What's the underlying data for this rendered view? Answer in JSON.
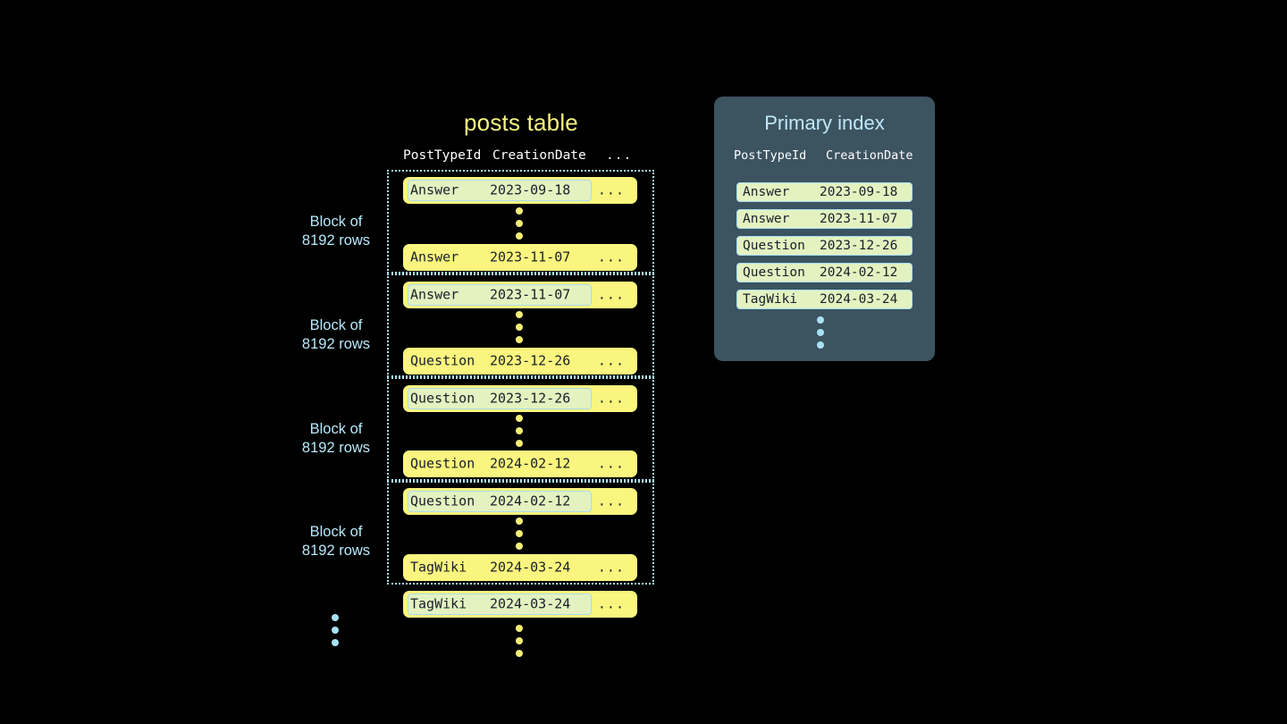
{
  "theme": {
    "background": "#000000",
    "row_fill": "#faf57e",
    "highlight_fill": "#e3f2c0",
    "highlight_border": "#a9dcf0",
    "block_border": "#a9e4f7",
    "panel_bg": "#3c5360",
    "title_yellow": "#f7f57e",
    "title_blue": "#bfe8f8",
    "label_blue": "#b6e9fb",
    "dot_yellow": "#f3ee79",
    "dot_blue": "#a8e2f5",
    "text_dark": "#17202a",
    "header_white": "#ffffff"
  },
  "posts_table": {
    "title": "posts table",
    "columns": [
      "PostTypeId",
      "CreationDate",
      "..."
    ],
    "row_ellipsis": "...",
    "blocks": [
      {
        "label_line1": "Block of",
        "label_line2": "8192 rows",
        "first_row": {
          "post_type_id": "Answer",
          "creation_date": "2023-09-18",
          "highlighted": true
        },
        "last_row": {
          "post_type_id": "Answer",
          "creation_date": "2023-11-07",
          "highlighted": false
        }
      },
      {
        "label_line1": "Block of",
        "label_line2": "8192 rows",
        "first_row": {
          "post_type_id": "Answer",
          "creation_date": "2023-11-07",
          "highlighted": true
        },
        "last_row": {
          "post_type_id": "Question",
          "creation_date": "2023-12-26",
          "highlighted": false
        }
      },
      {
        "label_line1": "Block of",
        "label_line2": "8192 rows",
        "first_row": {
          "post_type_id": "Question",
          "creation_date": "2023-12-26",
          "highlighted": true
        },
        "last_row": {
          "post_type_id": "Question",
          "creation_date": "2024-02-12",
          "highlighted": false
        }
      },
      {
        "label_line1": "Block of",
        "label_line2": "8192 rows",
        "first_row": {
          "post_type_id": "Question",
          "creation_date": "2024-02-12",
          "highlighted": true
        },
        "last_row": {
          "post_type_id": "TagWiki",
          "creation_date": "2024-03-24",
          "highlighted": false
        }
      }
    ],
    "trailing_row": {
      "post_type_id": "TagWiki",
      "creation_date": "2024-03-24",
      "highlighted": true
    }
  },
  "primary_index": {
    "title": "Primary index",
    "columns": [
      "PostTypeId",
      "CreationDate"
    ],
    "rows": [
      {
        "post_type_id": "Answer",
        "creation_date": "2023-09-18"
      },
      {
        "post_type_id": "Answer",
        "creation_date": "2023-11-07"
      },
      {
        "post_type_id": "Question",
        "creation_date": "2023-12-26"
      },
      {
        "post_type_id": "Question",
        "creation_date": "2024-02-12"
      },
      {
        "post_type_id": "TagWiki",
        "creation_date": "2024-03-24"
      }
    ]
  }
}
